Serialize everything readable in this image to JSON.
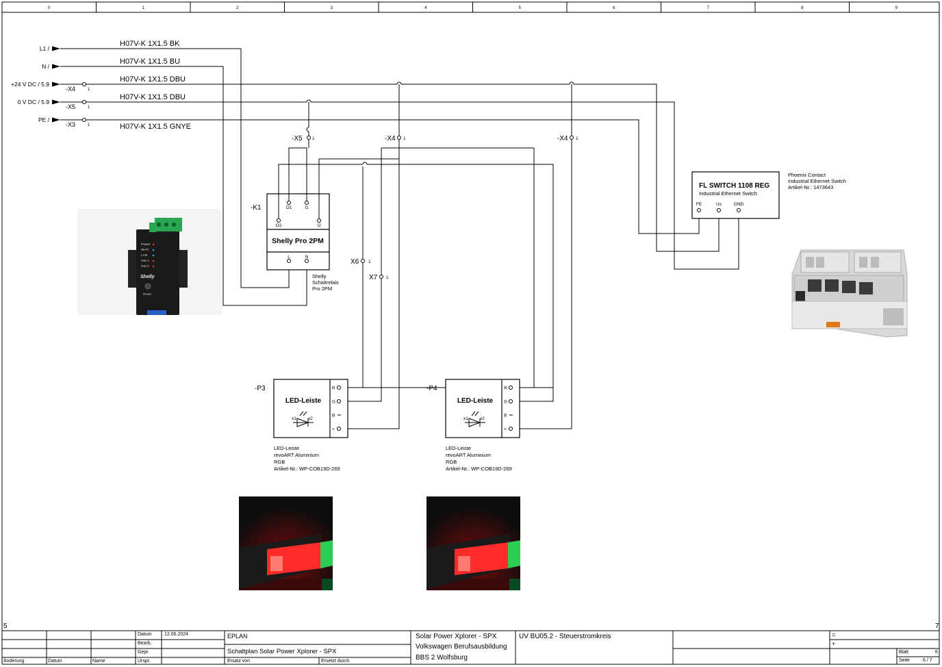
{
  "columns": [
    "0",
    "1",
    "2",
    "3",
    "4",
    "5",
    "6",
    "7",
    "8",
    "9"
  ],
  "margin_left": "5",
  "margin_right": "7",
  "feeds": [
    {
      "label": "L1 /",
      "terminal": "",
      "pin": "",
      "cable": "H07V-K 1X1.5 BK"
    },
    {
      "label": "N /",
      "terminal": "",
      "pin": "",
      "cable": "H07V-K 1X1.5 BU"
    },
    {
      "label": "+24 V DC / 5.9",
      "terminal": "-X4",
      "pin": "1",
      "cable": "H07V-K 1X1.5 DBU"
    },
    {
      "label": "0 V DC / 5.9",
      "terminal": "-X5",
      "pin": "1",
      "cable": "H07V-K 1X1.5 DBU"
    },
    {
      "label": "PE /",
      "terminal": "-X3",
      "pin": "1",
      "cable": "H07V-K 1X1.5 GNYE"
    }
  ],
  "terminals": [
    {
      "name": "-X5",
      "pin": "1"
    },
    {
      "name": "-X4",
      "pin": "1"
    },
    {
      "name": "-X4",
      "pin": "1"
    },
    {
      "name": "X6",
      "pin": "1"
    },
    {
      "name": "X7",
      "pin": "1"
    }
  ],
  "relay": {
    "tag": "-K1",
    "title": "Shelly Pro 2PM",
    "pins": [
      "O1",
      "I1",
      "O2",
      "I2",
      "L",
      "N"
    ],
    "desc": [
      "Shelly",
      "Schaltrelais",
      "Pro 2PM"
    ],
    "photo_leds": [
      "Power",
      "Wi-Fi",
      "LAN",
      "Out 1",
      "Out 2"
    ],
    "photo_brand": "Shelly",
    "photo_reset": "Reset"
  },
  "switch": {
    "title": "FL SWITCH 1108 REG",
    "subtitle": "Industrial Ethernet Switch",
    "pins": [
      "FE",
      "Us",
      "GND"
    ],
    "desc": [
      "Phoenix Contact",
      "Industrial Ethernet Switch",
      "Artikel-Nr.: 1473643"
    ]
  },
  "leds": [
    {
      "tag": "-P3",
      "title": "LED-Leiste",
      "x1": "x1",
      "x2": "x2",
      "pins": [
        "R",
        "G",
        "B",
        "+"
      ],
      "desc": [
        "LED-Leiste",
        "revoART Aluminium",
        "RGB",
        "Artikel-Nr.: WP-COB19D-269"
      ]
    },
    {
      "tag": "-P4",
      "title": "LED-Leiste",
      "x1": "x1",
      "x2": "x2",
      "pins": [
        "R",
        "G",
        "B",
        "+"
      ],
      "desc": [
        "LED-Leiste",
        "revoART Aluminium",
        "RGB",
        "Artikel-Nr.: WP-COB19D-269"
      ]
    }
  ],
  "titleblock": {
    "datum_label": "Datum",
    "datum_value": "12.06.2024",
    "bearb_label": "Bearb.",
    "gepr_label": "Gepr.",
    "aenderung": "Änderung",
    "datum2": "Datum",
    "name": "Name",
    "urspr": "Urspr.",
    "eplan": "EPLAN",
    "plan_name": "Schaltplan Solar Power Xplorer - SPX",
    "ersatz_von": "Ersatz von",
    "ersetzt_durch": "Ersetzt durch",
    "project": "Solar Power Xplorer - SPX",
    "company": "Volkswagen Berufsausbildung",
    "location": "BBS 2 Wolfsburg",
    "page_title": "UV BU05.2 - Steuerstromkreis",
    "eq": "=",
    "plus": "+",
    "blatt_label": "Blatt",
    "blatt_value": "6",
    "seite_label": "Seite",
    "seite_value": "6 / 7"
  }
}
